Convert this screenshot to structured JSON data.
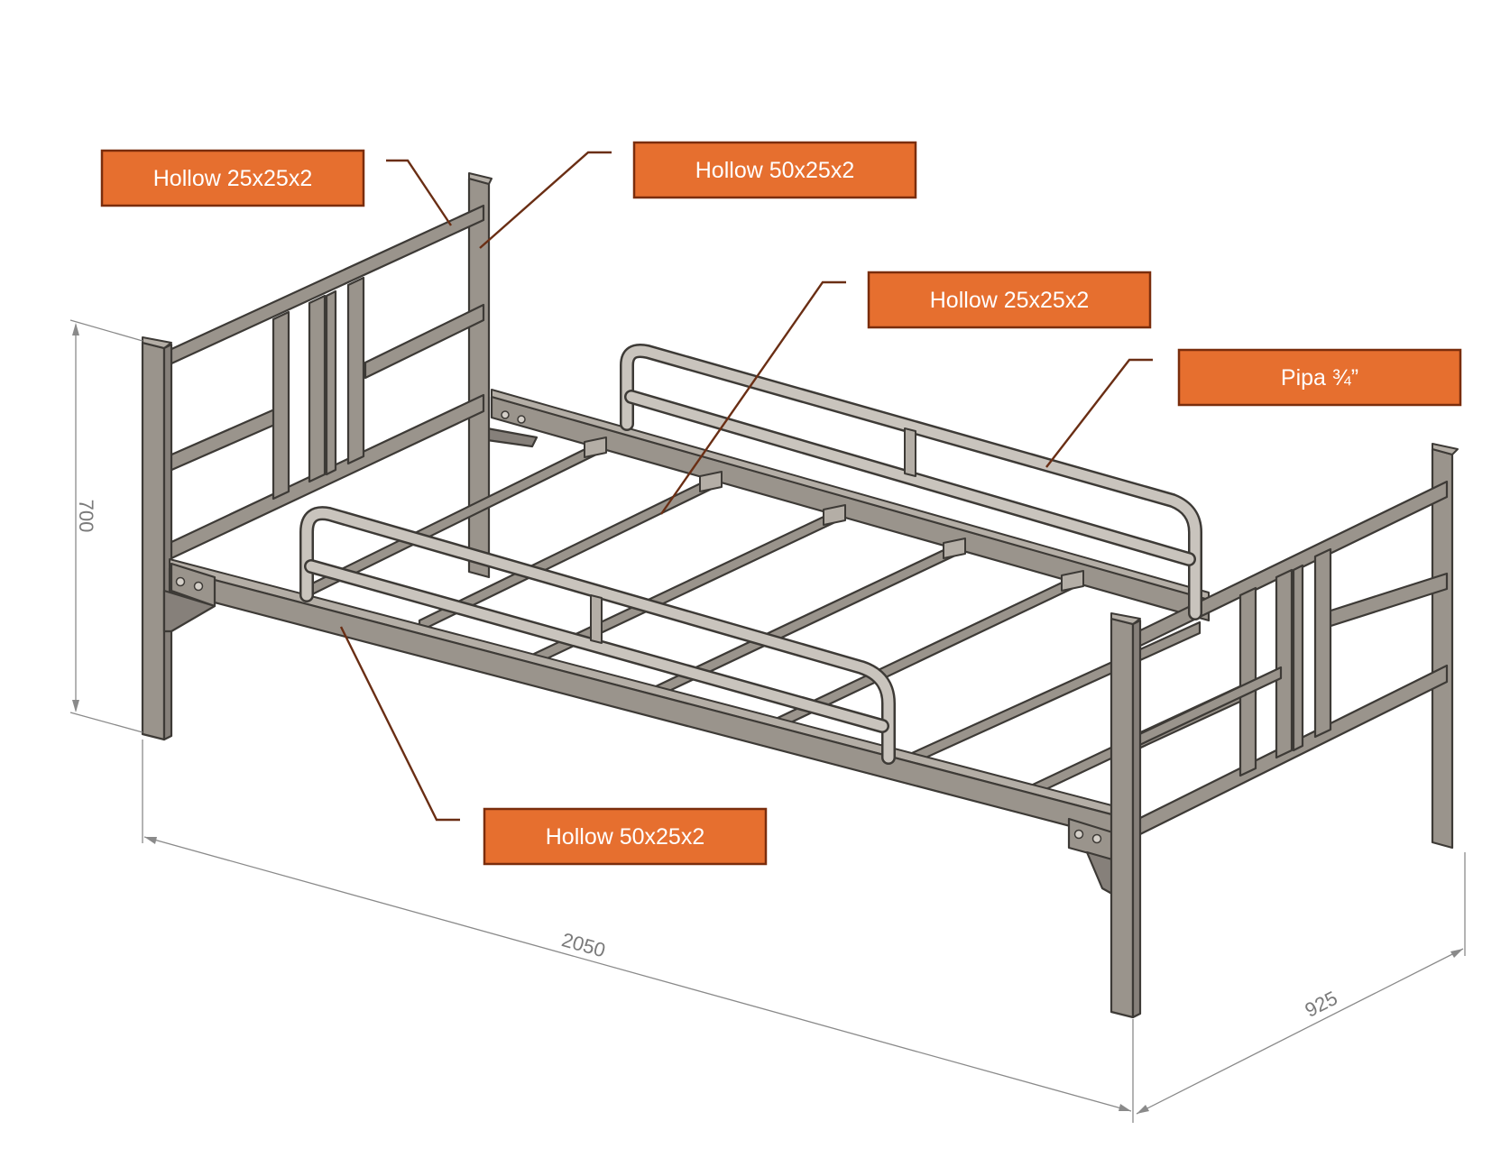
{
  "labels": {
    "headboard_top_rail": "Hollow 25x25x2",
    "headboard_post": "Hollow 50x25x2",
    "slat": "Hollow 25x25x2",
    "side_guard": "Pipa ¾”",
    "side_rail": "Hollow 50x25x2"
  },
  "dimensions": {
    "height": "700",
    "length": "2050",
    "width": "925"
  },
  "colors": {
    "label_fill": "#e66f2f",
    "label_border": "#7a2d0c",
    "leader_line": "#6a2e14",
    "frame_metal": "#9a948c",
    "dimension_line": "#8a8a8a"
  }
}
